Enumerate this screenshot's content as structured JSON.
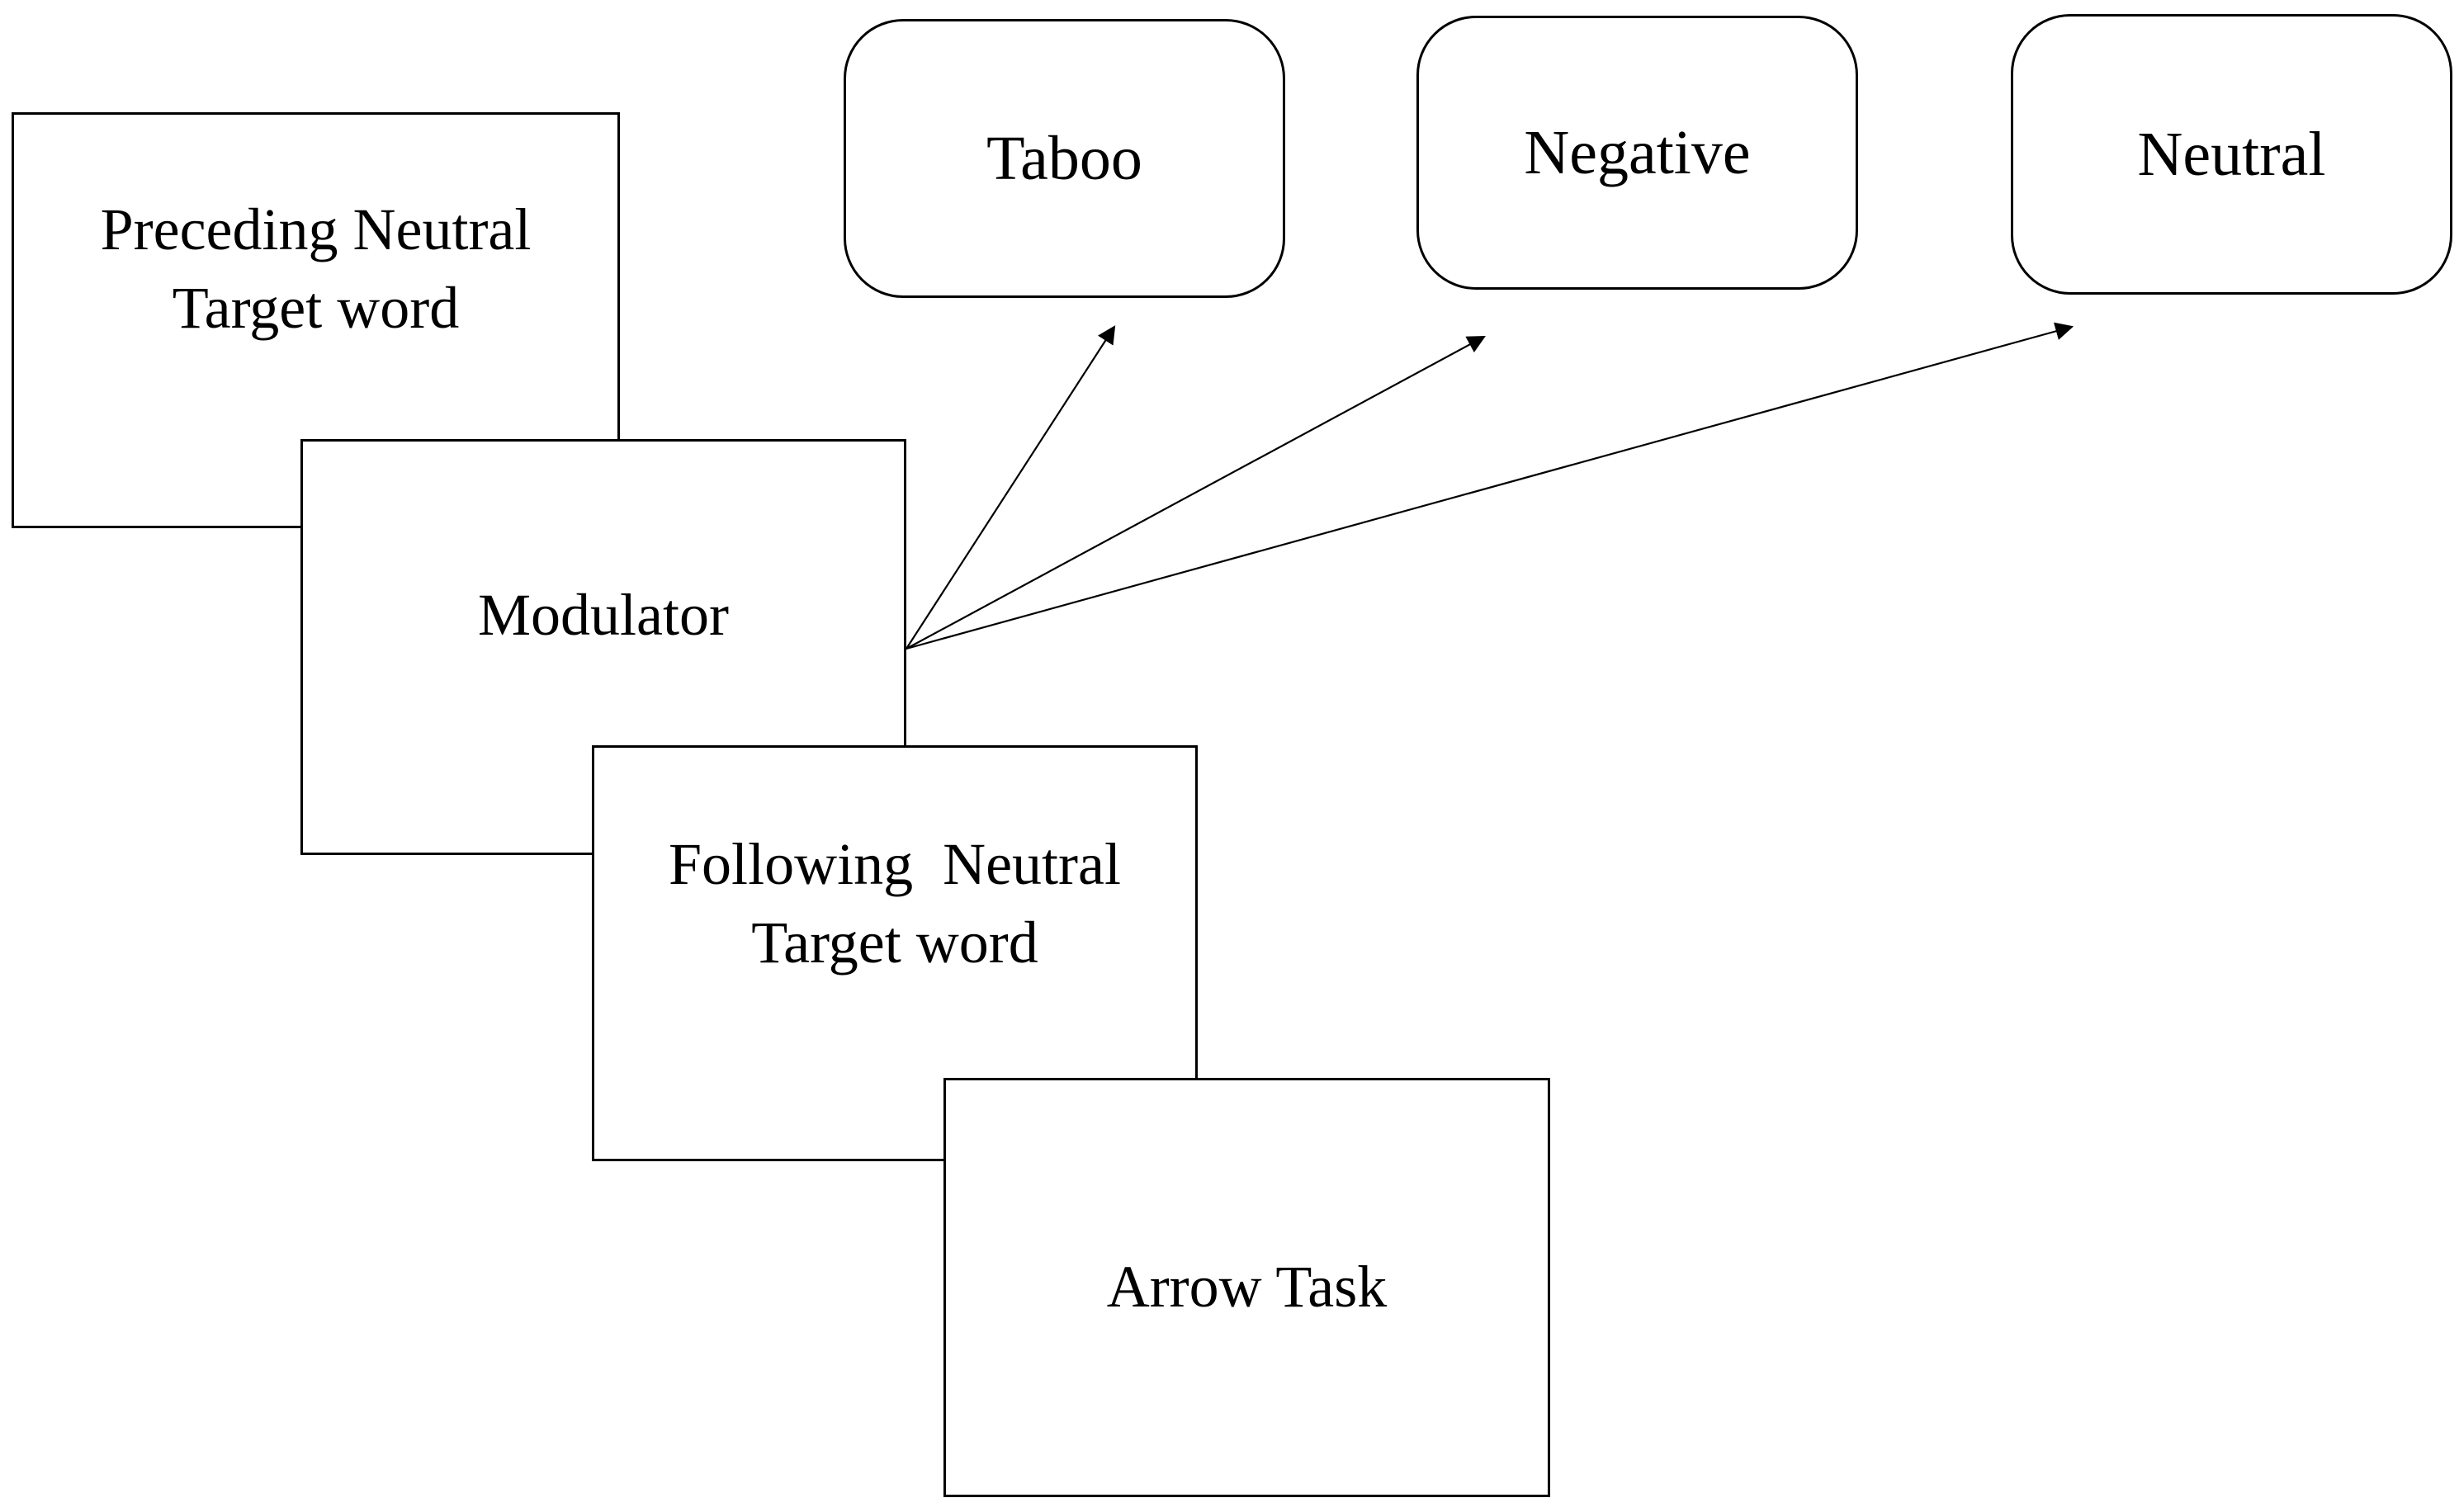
{
  "trial_sequence": {
    "preceding": {
      "line1": "Preceding Neutral",
      "line2": "Target word"
    },
    "modulator": {
      "label": "Modulator"
    },
    "following": {
      "line1": "Following  Neutral",
      "line2": "Target word"
    },
    "arrow_task": {
      "label": "Arrow Task"
    }
  },
  "modulator_types": [
    {
      "label": "Taboo"
    },
    {
      "label": "Negative"
    },
    {
      "label": "Neutral"
    }
  ]
}
